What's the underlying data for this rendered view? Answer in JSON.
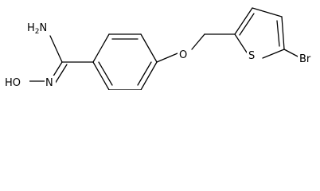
{
  "structure": {
    "atoms": {
      "amine": {
        "element": "N",
        "hydrogens": "2",
        "label": "H2N"
      },
      "oxime_n": {
        "element": "N",
        "label": "N"
      },
      "oxime_o": {
        "element": "O",
        "label": "HO"
      },
      "ether_o": {
        "element": "O",
        "label": "O"
      },
      "sulfur": {
        "element": "S",
        "label": "S"
      },
      "bromine": {
        "element": "Br",
        "label": "Br"
      }
    },
    "colors": {
      "bond": "#000000",
      "label": "#000000",
      "background": "#ffffff"
    }
  }
}
